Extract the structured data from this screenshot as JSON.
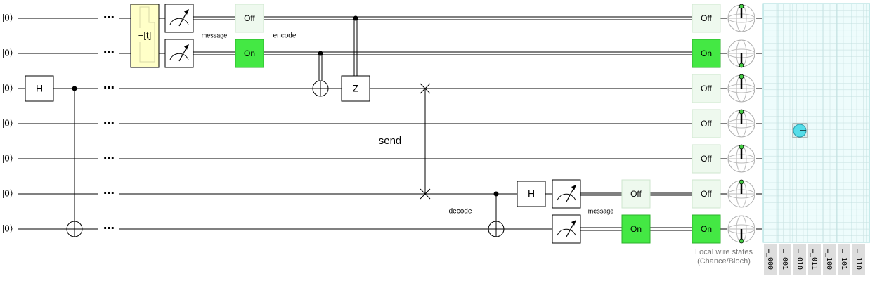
{
  "circuit": {
    "wire_inputs": [
      "|0⟩",
      "|0⟩",
      "|0⟩",
      "|0⟩",
      "|0⟩",
      "|0⟩",
      "|0⟩"
    ],
    "ellipsis": "⋯",
    "gates": {
      "h_label": "H",
      "z_label": "Z",
      "add_random_label": "+[t]",
      "measure_icon": "meter-icon"
    },
    "labels": {
      "message_top": "message",
      "encode": "encode",
      "send": "send",
      "decode": "decode",
      "message_bottom": "message"
    },
    "displays": {
      "off_label": "Off",
      "on_label": "On",
      "top_classical": [
        "Off",
        "On"
      ],
      "bottom_classical": [
        "Off",
        "On"
      ],
      "local_wire_states": [
        "Off",
        "On",
        "Off",
        "Off",
        "Off",
        "Off",
        "On"
      ],
      "bloch_icon": "bloch-sphere-icon"
    },
    "local_states_caption_line1": "Local wire states",
    "local_states_caption_line2": "(Chance/Bloch)",
    "amplitude_grid": {
      "column_labels": [
        "…_000",
        "…_001",
        "…_010",
        "…_011",
        "…_100",
        "…_101",
        "…_110"
      ]
    },
    "colors": {
      "on_fill": "#44e844",
      "off_fill": "#eef9ee",
      "add_gate_fill": "#ffffc8",
      "grid_bg": "#eefcfc",
      "amplitude_dot": "#55dde9",
      "bloch_vector": "#44cc44"
    }
  }
}
